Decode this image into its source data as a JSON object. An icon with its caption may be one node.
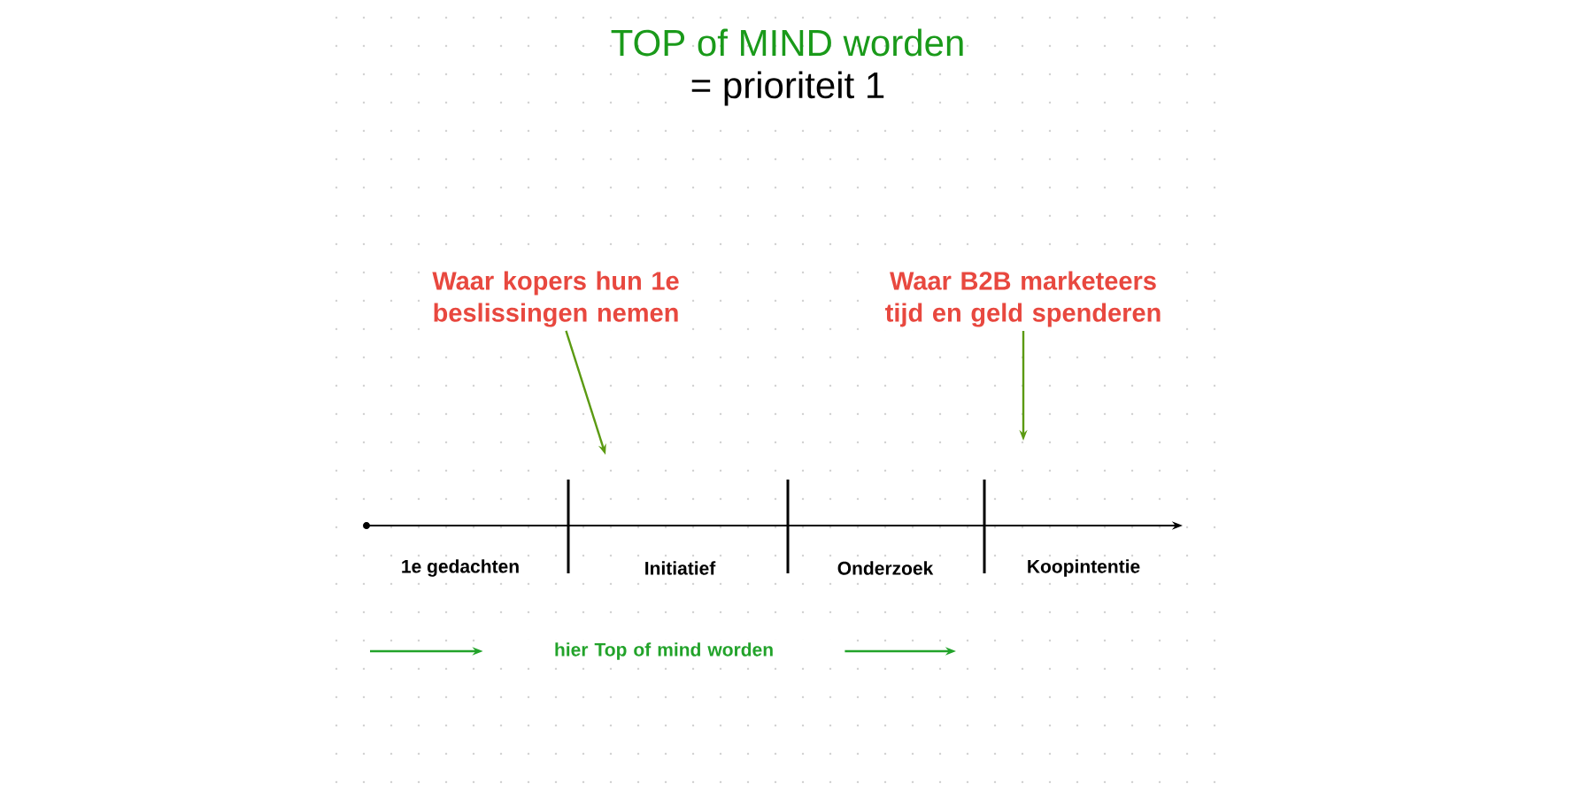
{
  "diagram": {
    "title": "TOP of MIND worden",
    "nodes": [
      {
        "text": [
          "Waar kopers hun 1e beslissingen nemen"
        ]
      },
      {
        "text": [
          "Waar B2B marketeers tijd en geld spenderen"
        ]
      },
      {
        "text": [
          "hier Top of mind worden"
        ]
      }
    ],
    "edges": [
      {
        "from": 0,
        "to": null,
        "arrow": "to",
        "color": "#5b9a12"
      },
      {
        "from": 1,
        "to": null,
        "arrow": "to",
        "color": "#5b9a12"
      },
      {
        "from": null,
        "to": 2,
        "arrow": "to",
        "color": "#22a32a"
      },
      {
        "from": 2,
        "to": null,
        "arrow": "to",
        "color": "#22a32a"
      }
    ],
    "labels": [
      "= prioriteit 1",
      "1e gedachten",
      "Initiatief",
      "Onderzoek",
      "Koopintentie"
    ]
  }
}
